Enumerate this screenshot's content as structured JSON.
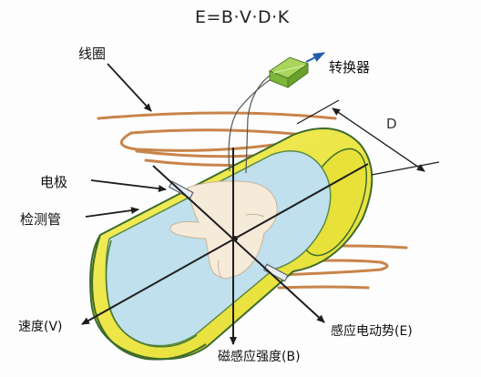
{
  "formula": "E=B·V·D·K",
  "labels": {
    "coil": "线圈",
    "converter": "转换器",
    "diameter": "D",
    "electrode": "电极",
    "measuring_tube": "检测管",
    "velocity": "速度(V)",
    "induced_emf": "感应电动势(E)",
    "magnetic_induction": "磁感应强度(B)"
  },
  "colors": {
    "tube_body": "#eee940",
    "tube_inner": "#bfe0ec",
    "coil_wire": "#c8844a",
    "converter_box": "#8cc63e",
    "converter_arrow": "#1f5fa8",
    "axis_lines": "#1e1e1e",
    "hand": "#f6ead8"
  },
  "icons": {
    "converter": "green-box-icon",
    "hand": "right-hand-rule-icon"
  }
}
